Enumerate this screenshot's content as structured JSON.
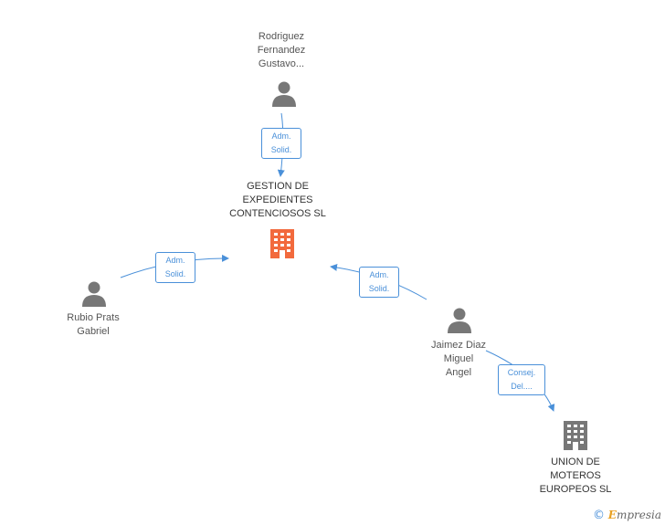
{
  "colors": {
    "focus_company": "#f26a3d",
    "company": "#777777",
    "person": "#777777",
    "edge": "#4a90d9"
  },
  "nodes": {
    "gestion": {
      "label": "GESTION DE\nEXPEDIENTES\nCONTENCIOSOS SL",
      "icon": "building-icon"
    },
    "rodriguez": {
      "label": "Rodriguez\nFernandez\nGustavo...",
      "icon": "person-icon"
    },
    "rubio": {
      "label": "Rubio Prats\nGabriel",
      "icon": "person-icon"
    },
    "jaimez": {
      "label": "Jaimez Diaz\nMiguel\nAngel",
      "icon": "person-icon"
    },
    "union": {
      "label": "UNION DE\nMOTEROS\nEUROPEOS SL",
      "icon": "building-icon"
    }
  },
  "edges": {
    "rodriguez_gestion": "Adm.\nSolid.",
    "rubio_gestion": "Adm.\nSolid.",
    "jaimez_gestion": "Adm.\nSolid.",
    "jaimez_union": "Consej.\nDel...."
  },
  "brand": {
    "copyright": "©",
    "name": "mpresia",
    "initial": "E"
  }
}
